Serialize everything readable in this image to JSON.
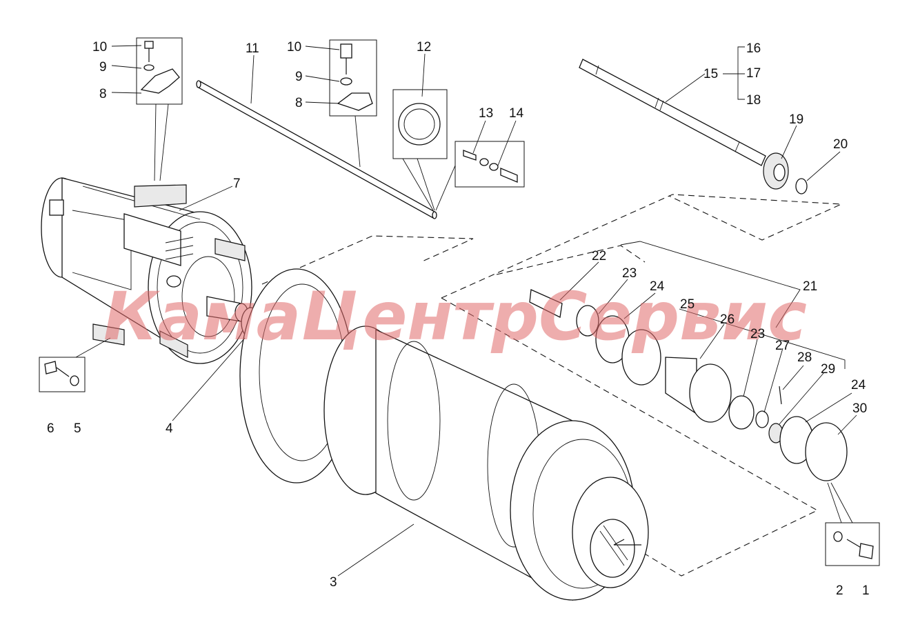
{
  "diagram": {
    "watermark": "КамаЦентрСервис",
    "colors": {
      "line": "#111111",
      "watermark": "#e06a6a",
      "background": "#ffffff"
    },
    "labels": {
      "p1": "1",
      "p2": "2",
      "p3": "3",
      "p4": "4",
      "p5": "5",
      "p6": "6",
      "p7": "7",
      "p8a": "8",
      "p8b": "8",
      "p9a": "9",
      "p9b": "9",
      "p10a": "10",
      "p10b": "10",
      "p11": "11",
      "p12": "12",
      "p13": "13",
      "p14": "14",
      "p15": "15",
      "p16": "16",
      "p17": "17",
      "p18": "18",
      "p19": "19",
      "p20": "20",
      "p21": "21",
      "p22": "22",
      "p23a": "23",
      "p23b": "23",
      "p24a": "24",
      "p24b": "24",
      "p25": "25",
      "p26": "26",
      "p27": "27",
      "p28": "28",
      "p29": "29",
      "p30": "30"
    }
  }
}
